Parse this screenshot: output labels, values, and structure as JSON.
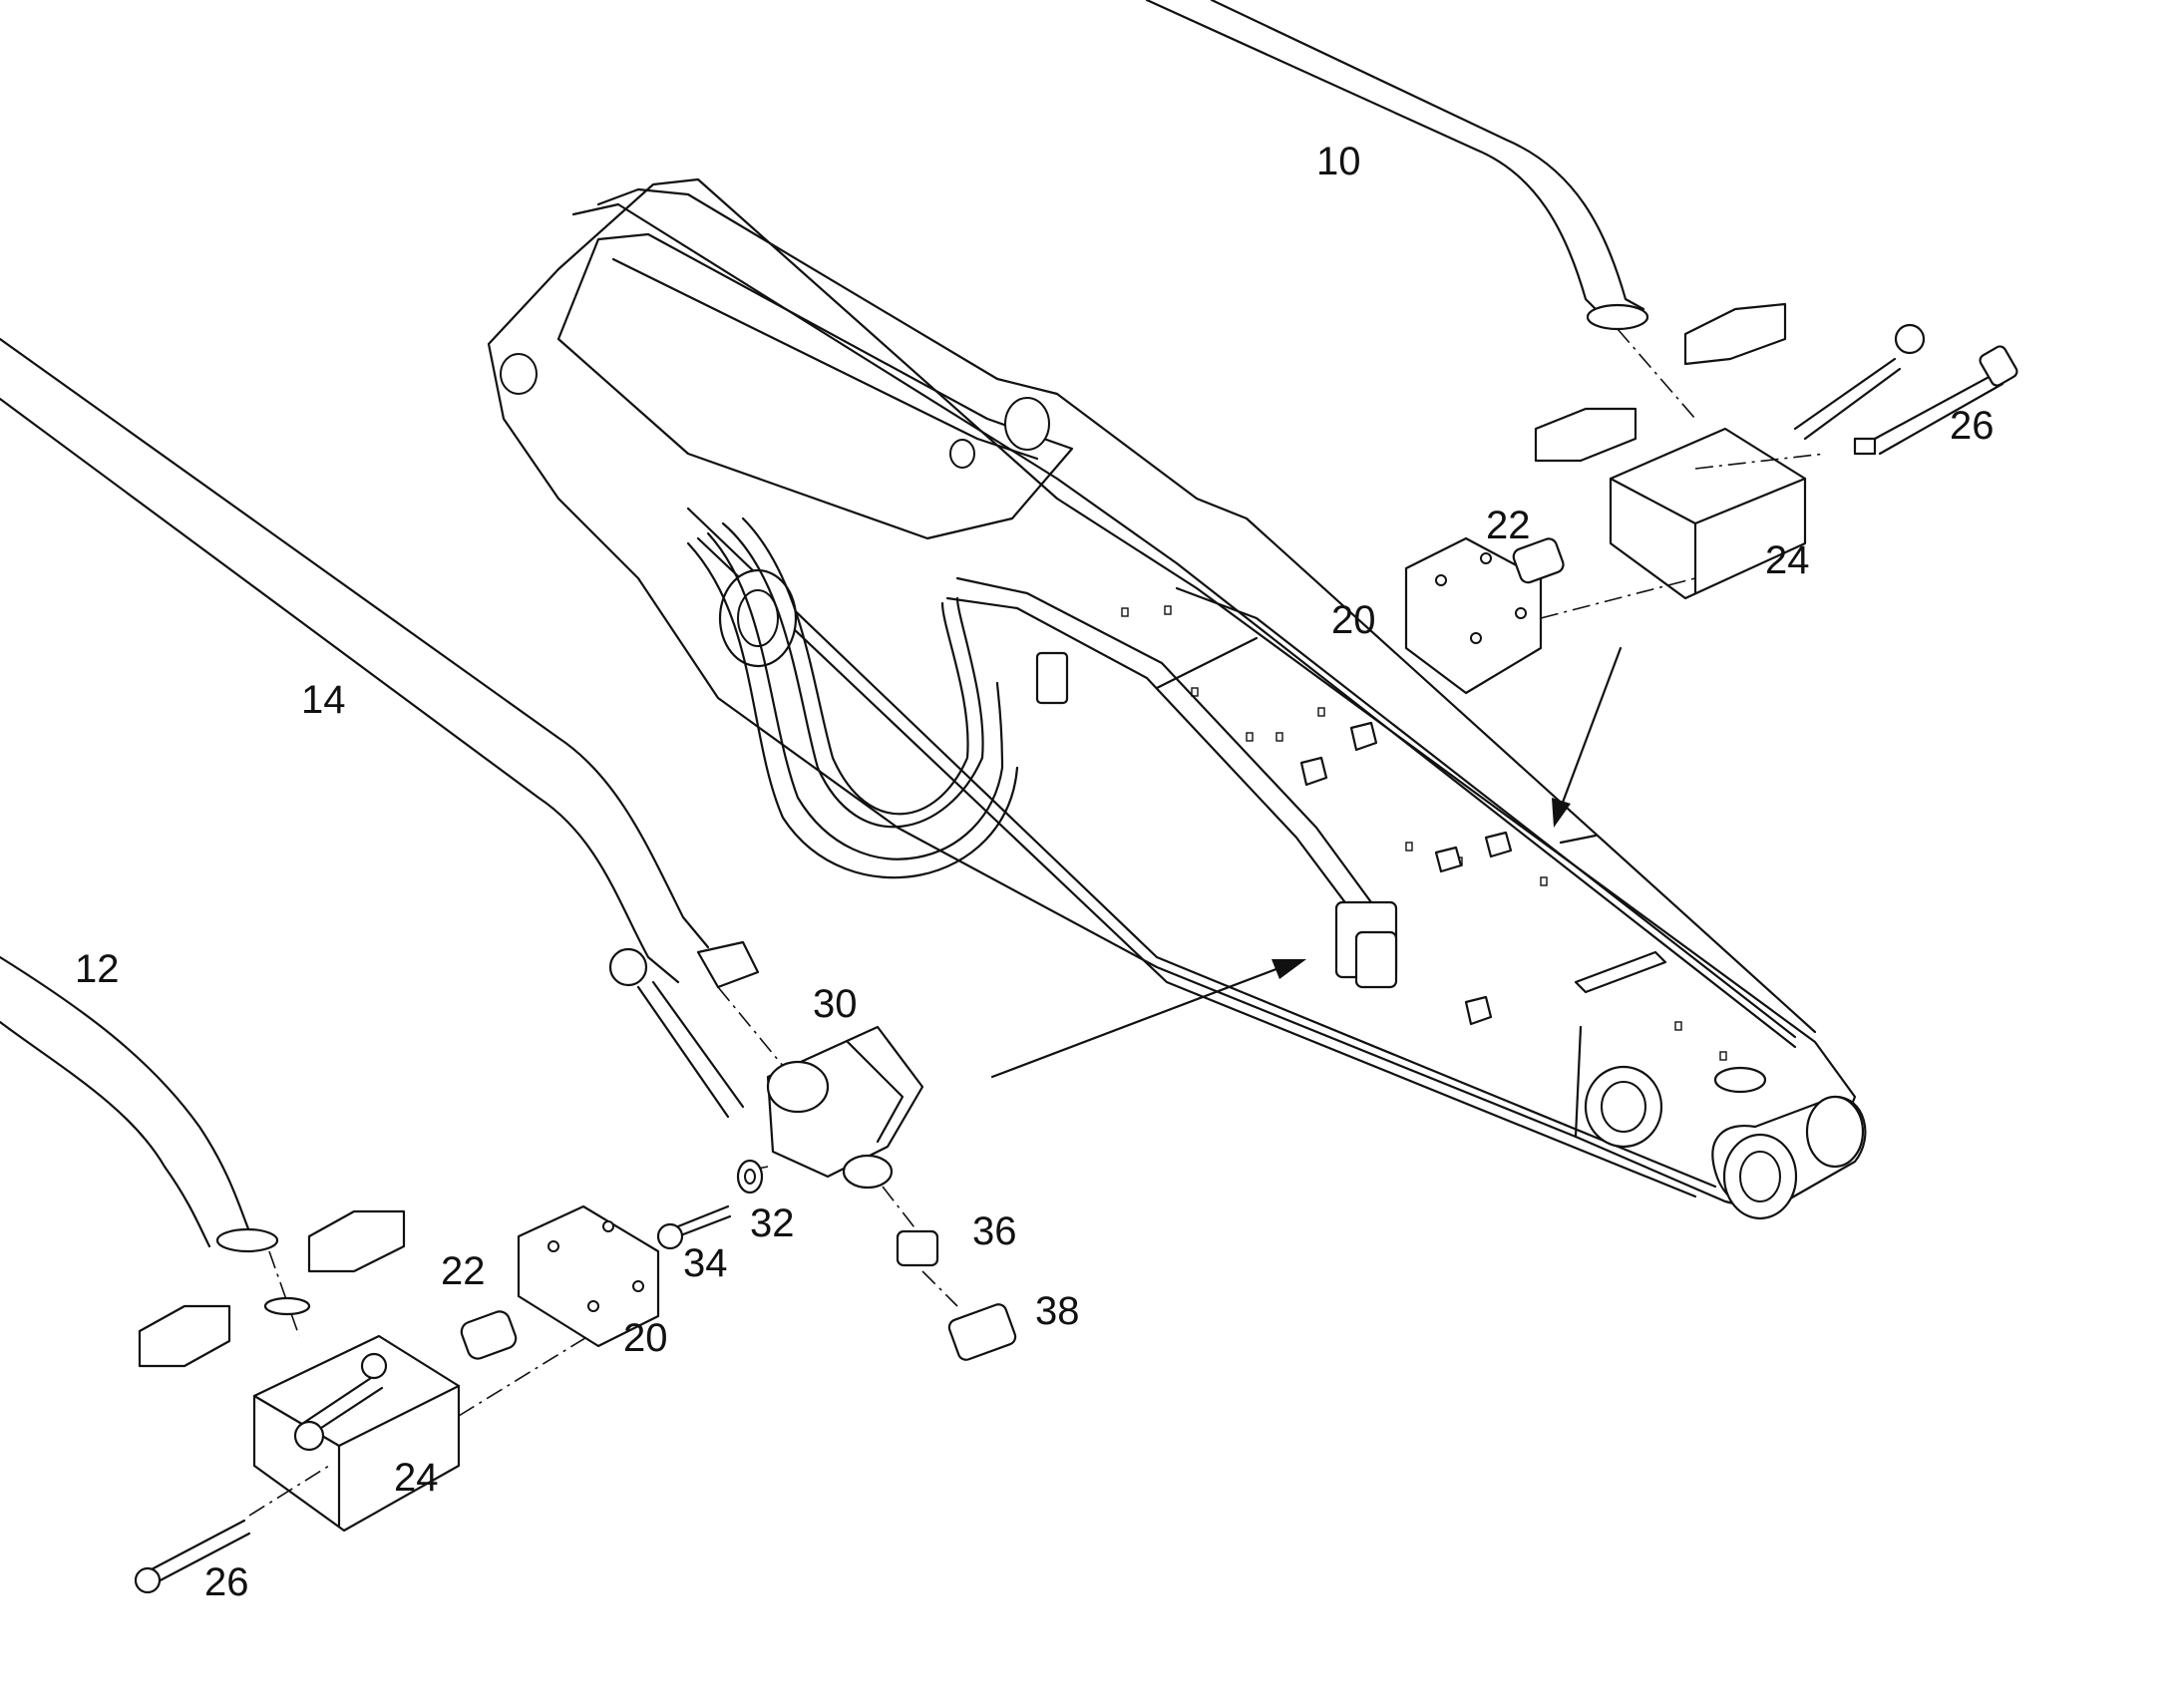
{
  "callouts": {
    "c10": "10",
    "c12": "12",
    "c14": "14",
    "c20_right": "20",
    "c22_right": "22",
    "c24_right": "24",
    "c26_right": "26",
    "c30": "30",
    "c32": "32",
    "c34": "34",
    "c36": "36",
    "c38": "38",
    "c22_left": "22",
    "c20_left": "20",
    "c24_left": "24",
    "c26_left": "26"
  }
}
